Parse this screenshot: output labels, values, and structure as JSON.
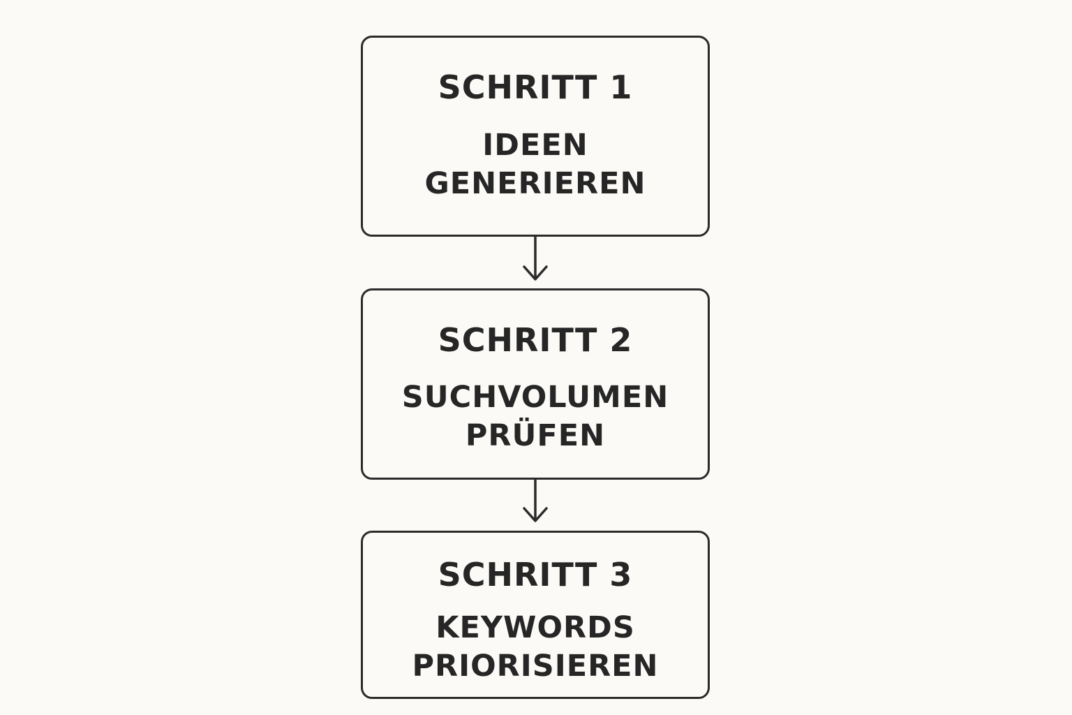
{
  "steps": [
    {
      "title": "SCHRITT 1",
      "description": [
        "IDEEN",
        "GENERIEREN"
      ]
    },
    {
      "title": "SCHRITT 2",
      "description": [
        "SUCHVOLUMEN",
        "PRÜFEN"
      ]
    },
    {
      "title": "SCHRITT 3",
      "description": [
        "KEYWORDS",
        "PRIORISIEREN"
      ]
    }
  ],
  "colors": {
    "background": "#fbfaf6",
    "stroke": "#2b2b2b",
    "text": "#262626"
  }
}
